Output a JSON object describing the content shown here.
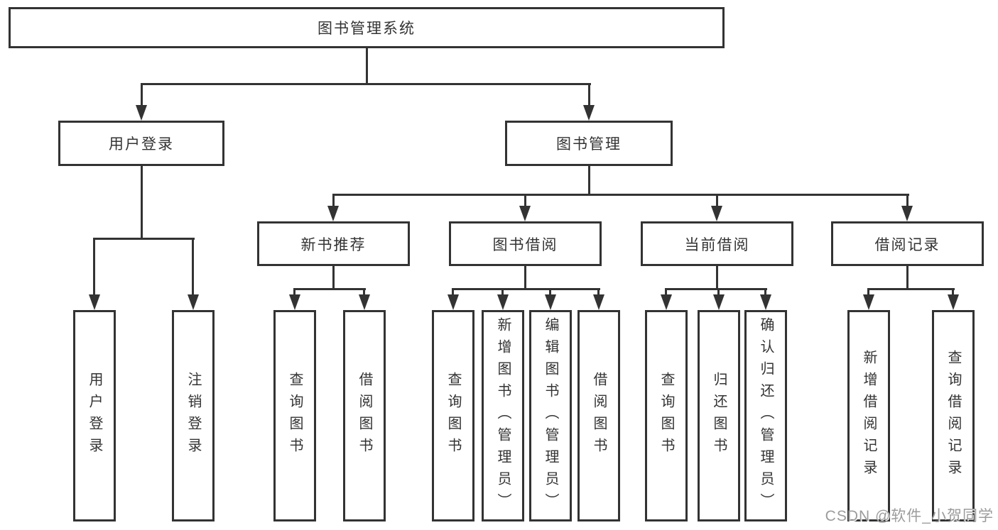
{
  "page": {
    "background": "#ffffff",
    "line_color": "#333333",
    "box_border_color": "#333333",
    "text_color": "#333333"
  },
  "tree": {
    "root": {
      "label": "图书管理系统"
    },
    "branches": [
      {
        "label": "用户登录",
        "children": [
          {
            "label": "用户登录"
          },
          {
            "label": "注销登录"
          }
        ]
      },
      {
        "label": "图书管理",
        "sections": [
          {
            "label": "新书推荐",
            "children": [
              {
                "label": "查询图书"
              },
              {
                "label": "借阅图书"
              }
            ]
          },
          {
            "label": "图书借阅",
            "children": [
              {
                "label": "查询图书"
              },
              {
                "label": "新增图书（管理员）"
              },
              {
                "label": "编辑图书（管理员）"
              },
              {
                "label": "借阅图书"
              }
            ]
          },
          {
            "label": "当前借阅",
            "children": [
              {
                "label": "查询图书"
              },
              {
                "label": "归还图书"
              },
              {
                "label": "确认归还（管理员）"
              }
            ]
          },
          {
            "label": "借阅记录",
            "children": [
              {
                "label": "新增借阅记录"
              },
              {
                "label": "查询借阅记录"
              }
            ]
          }
        ]
      }
    ]
  },
  "watermark": {
    "text": "CSDN @软件_小贺同学",
    "color": "#9c9c9c"
  }
}
